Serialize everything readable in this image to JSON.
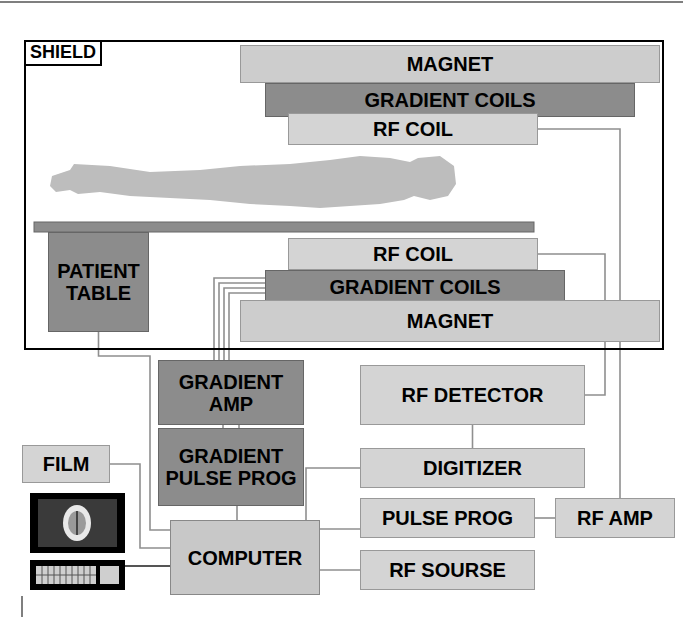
{
  "diagram": {
    "nodes": [
      {
        "text": [
          "SHIELD"
        ]
      },
      {
        "text": [
          "MAGNET"
        ],
        "in": 0
      },
      {
        "text": [
          "GRADIENT COILS"
        ],
        "in": 0
      },
      {
        "text": [
          "RF COIL"
        ],
        "in": 0
      },
      {
        "text": [
          "PATIENT TABLE"
        ],
        "in": 0
      },
      {
        "text": [
          "RF COIL"
        ],
        "in": 0
      },
      {
        "text": [
          "GRADIENT COILS"
        ],
        "in": 0
      },
      {
        "text": [
          "MAGNET"
        ],
        "in": 0
      },
      {
        "text": [
          "GRADIENT AMP"
        ]
      },
      {
        "text": [
          "RF DETECTOR"
        ]
      },
      {
        "text": [
          "FILM"
        ]
      },
      {
        "text": [
          "GRADIENT PULSE PROG"
        ]
      },
      {
        "text": [
          "DIGITIZER"
        ]
      },
      {
        "text": [
          "PULSE PROG"
        ]
      },
      {
        "text": [
          "RF AMP"
        ]
      },
      {
        "text": [
          "COMPUTER"
        ]
      },
      {
        "text": [
          "RF SOURSE"
        ]
      }
    ],
    "edges": [
      {
        "from": 3,
        "to": 14,
        "arrow": "none"
      },
      {
        "from": 5,
        "to": 9,
        "arrow": "none"
      },
      {
        "from": 6,
        "to": 8,
        "arrow": "none"
      },
      {
        "from": 4,
        "to": 15,
        "arrow": "none"
      },
      {
        "from": 8,
        "to": 11,
        "arrow": "none"
      },
      {
        "from": 11,
        "to": 15,
        "arrow": "none"
      },
      {
        "from": 9,
        "to": 12,
        "arrow": "none"
      },
      {
        "from": 10,
        "to": 15,
        "arrow": "none"
      },
      {
        "from": 12,
        "to": 15,
        "arrow": "none"
      },
      {
        "from": 15,
        "to": 13,
        "arrow": "none"
      },
      {
        "from": 13,
        "to": 14,
        "arrow": "none"
      },
      {
        "from": 15,
        "to": 16,
        "arrow": "none"
      }
    ]
  }
}
